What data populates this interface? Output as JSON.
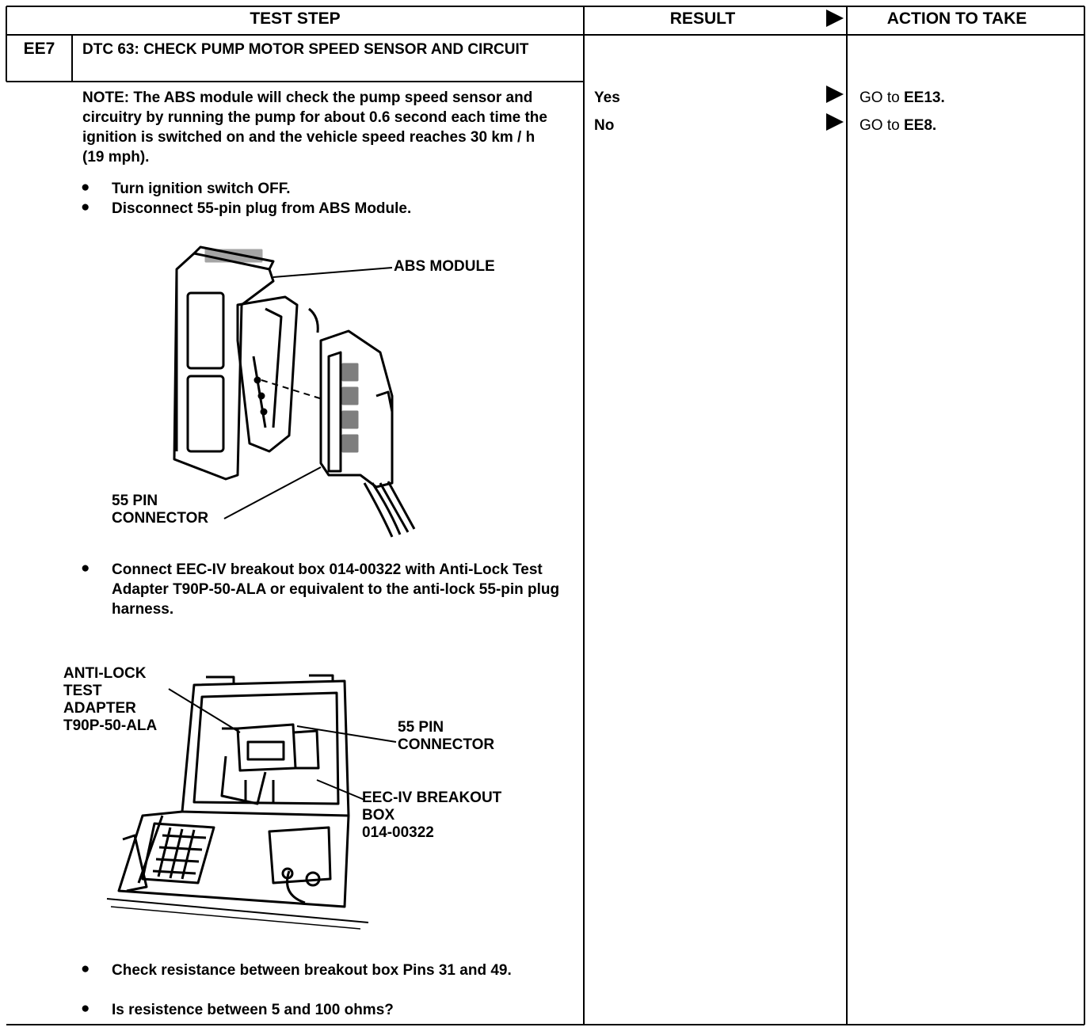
{
  "header": {
    "test_step": "TEST STEP",
    "result": "RESULT",
    "action": "ACTION TO TAKE"
  },
  "step": {
    "id": "EE7",
    "title": "DTC 63: CHECK PUMP MOTOR SPEED SENSOR AND CIRCUIT",
    "note": "NOTE: The ABS module will check the pump speed sensor and circuitry by running the pump for about 0.6 second each time the ignition is switched on and the vehicle speed reaches 30 km / h (19 mph).",
    "bullets_1": [
      "Turn ignition switch OFF.",
      "Disconnect 55-pin plug from ABS Module."
    ],
    "bullet_2": "Connect EEC-IV breakout box 014-00322 with Anti-Lock Test Adapter T90P-50-ALA or equivalent to the anti-lock 55-pin plug harness.",
    "bullets_3": [
      "Check resistance between breakout box Pins 31 and 49.",
      "Is resistence between 5 and 100 ohms?"
    ]
  },
  "figure1": {
    "label_module": "ABS MODULE",
    "label_connector": "55 PIN\nCONNECTOR"
  },
  "figure2": {
    "label_adapter": "ANTI-LOCK\nTEST\nADAPTER\nT90P-50-ALA",
    "label_connector": "55 PIN\nCONNECTOR",
    "label_box": "EEC-IV BREAKOUT\nBOX\n014-00322"
  },
  "results": [
    {
      "result": "Yes",
      "action_prefix": "GO to ",
      "action_target": "EE13."
    },
    {
      "result": "No",
      "action_prefix": "GO to ",
      "action_target": "EE8."
    }
  ]
}
